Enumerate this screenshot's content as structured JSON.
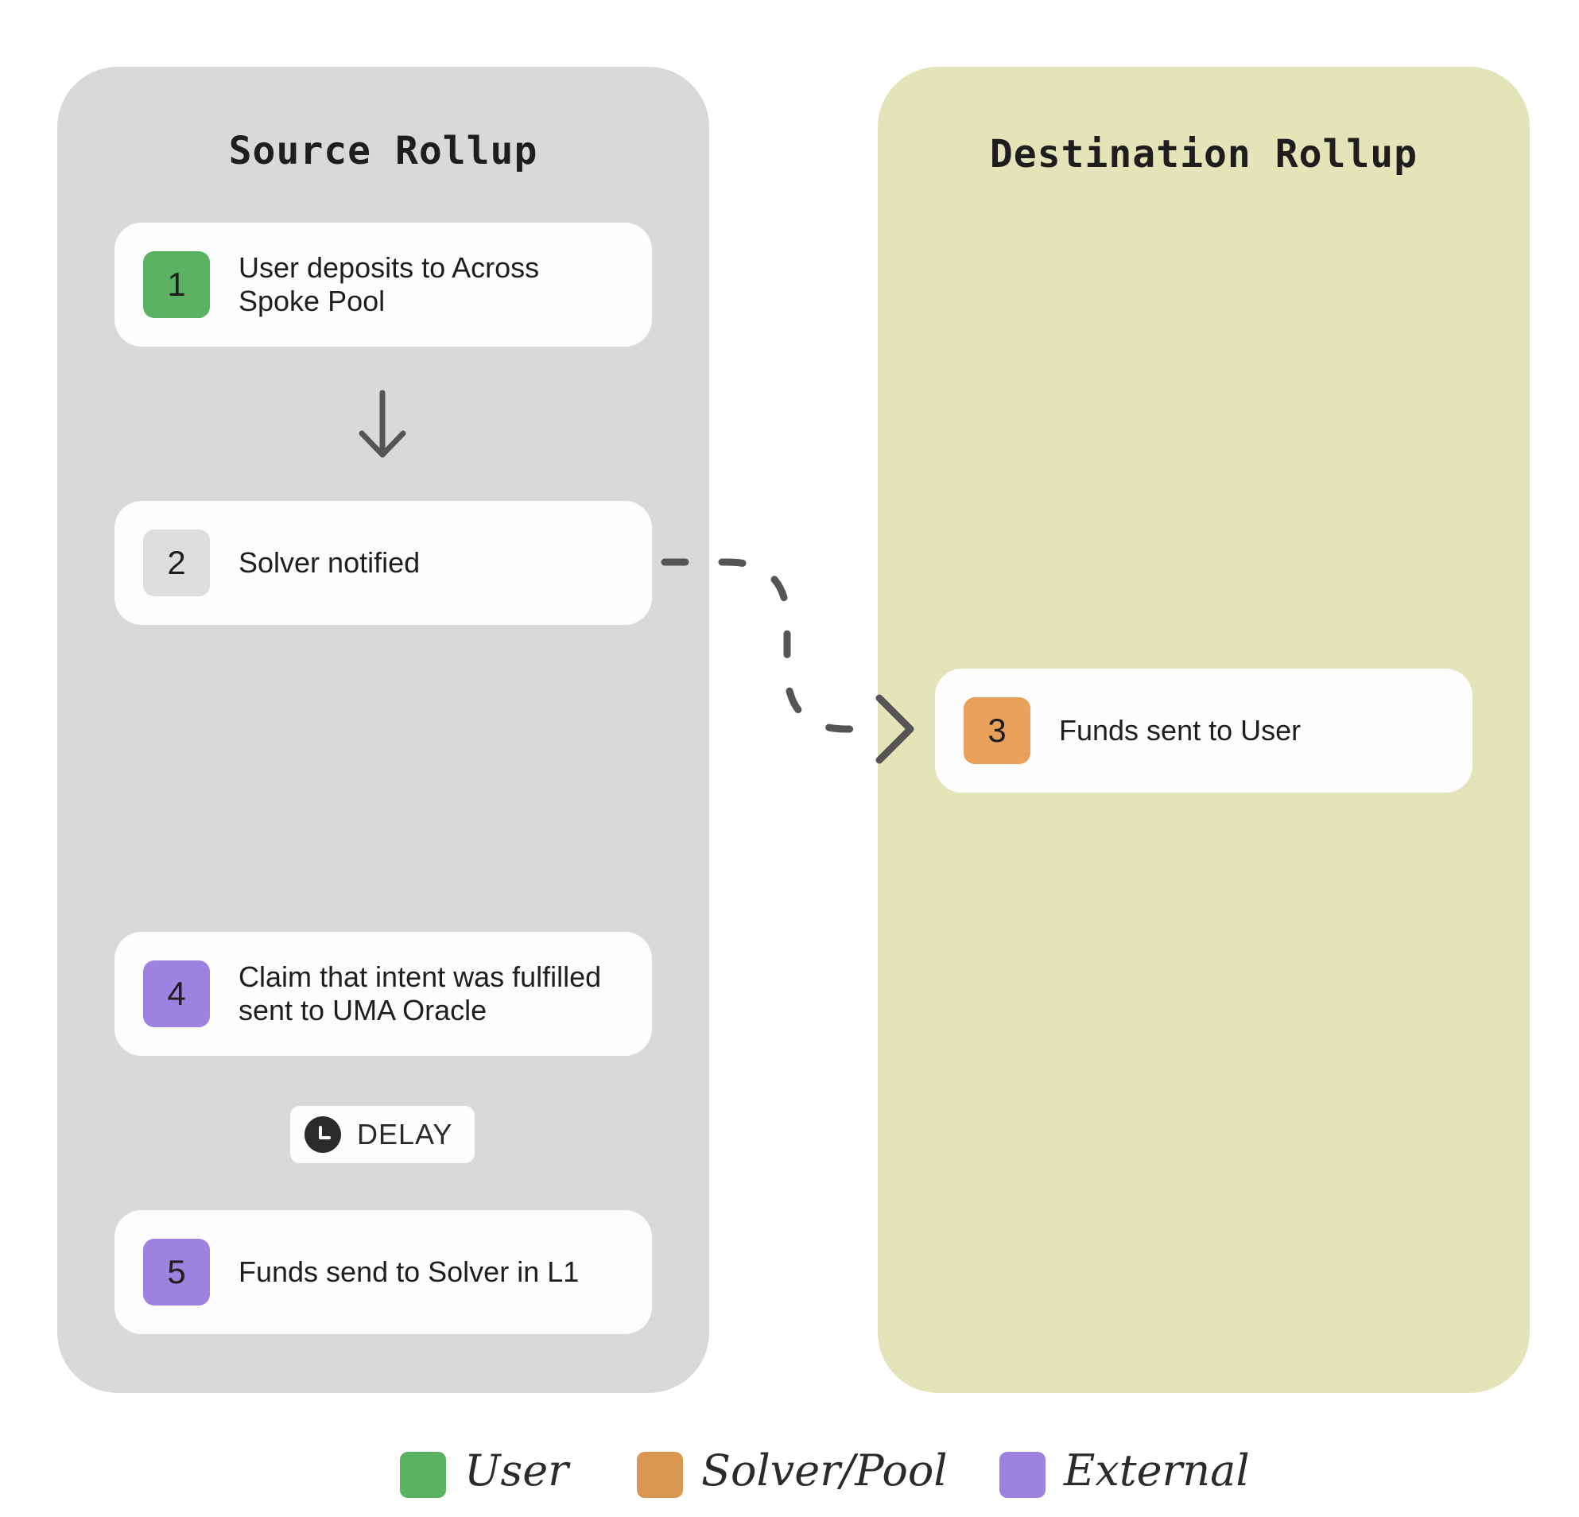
{
  "source_panel": {
    "title": "Source Rollup",
    "color": "#d9d9d9"
  },
  "destination_panel": {
    "title": "Destination Rollup",
    "color": "#e3e4b8"
  },
  "steps": [
    {
      "number": "1",
      "text": "User deposits to Across Spoke Pool",
      "badge_color": "#5bb262"
    },
    {
      "number": "2",
      "text": "Solver notified",
      "badge_color": "#dedede"
    },
    {
      "number": "3",
      "text": "Funds sent to User",
      "badge_color": "#e8a05a"
    },
    {
      "number": "4",
      "text": "Claim that intent was fulfilled sent to UMA Oracle",
      "badge_color": "#9e82e0"
    },
    {
      "number": "5",
      "text": "Funds send to Solver in L1",
      "badge_color": "#9e82e0"
    }
  ],
  "delay": {
    "label": "DELAY",
    "icon": "clock-icon"
  },
  "legend": [
    {
      "label": "User",
      "color": "#5bb262"
    },
    {
      "label": "Solver/Pool",
      "color": "#d99650"
    },
    {
      "label": "External",
      "color": "#9e82e0"
    }
  ],
  "arrow_color": "#555555"
}
